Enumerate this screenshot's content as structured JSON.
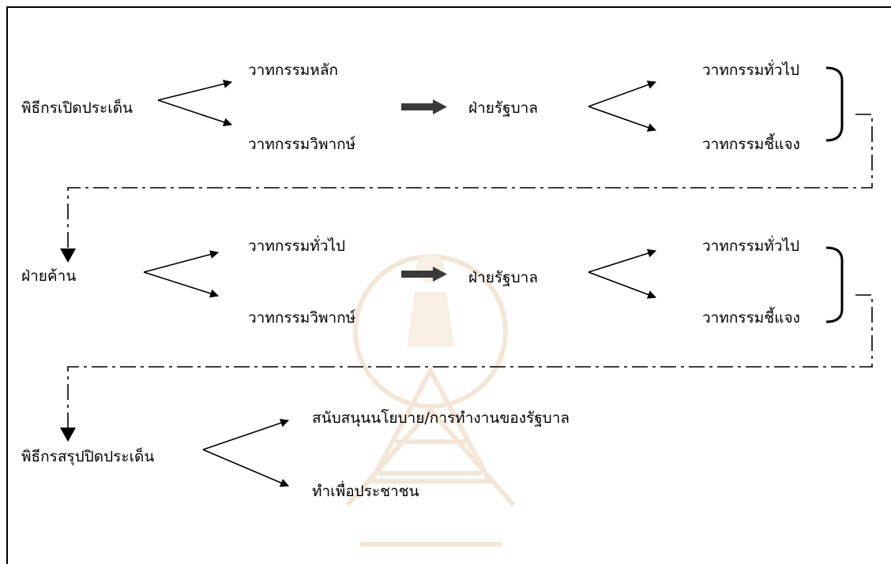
{
  "row1": {
    "source": "พิธีกรเปิดประเด็น",
    "branch_top": "วาทกรรมหลัก",
    "branch_bottom": "วาทกรรมวิพากษ์",
    "response_actor": "ฝ่ายรัฐบาล",
    "response_top": "วาทกรรมทั่วไป",
    "response_bottom": "วาทกรรมชี้แจง"
  },
  "row2": {
    "source": "ฝ่ายค้าน",
    "branch_top": "วาทกรรมทั่วไป",
    "branch_bottom": "วาทกรรมวิพากษ์",
    "response_actor": "ฝ่ายรัฐบาล",
    "response_top": "วาทกรรมทั่วไป",
    "response_bottom": "วาทกรรมชี้แจง"
  },
  "row3": {
    "source": "พิธีกรสรุปปิดประเด็น",
    "branch_top": "สนับสนุนนโยบาย/การทำงานของรัฐบาล",
    "branch_bottom": "ทำเพื่อประชาชน"
  },
  "colors": {
    "line": "#000000",
    "block_arrow": "#3a3a3a",
    "watermark": "#f4e6d6"
  }
}
